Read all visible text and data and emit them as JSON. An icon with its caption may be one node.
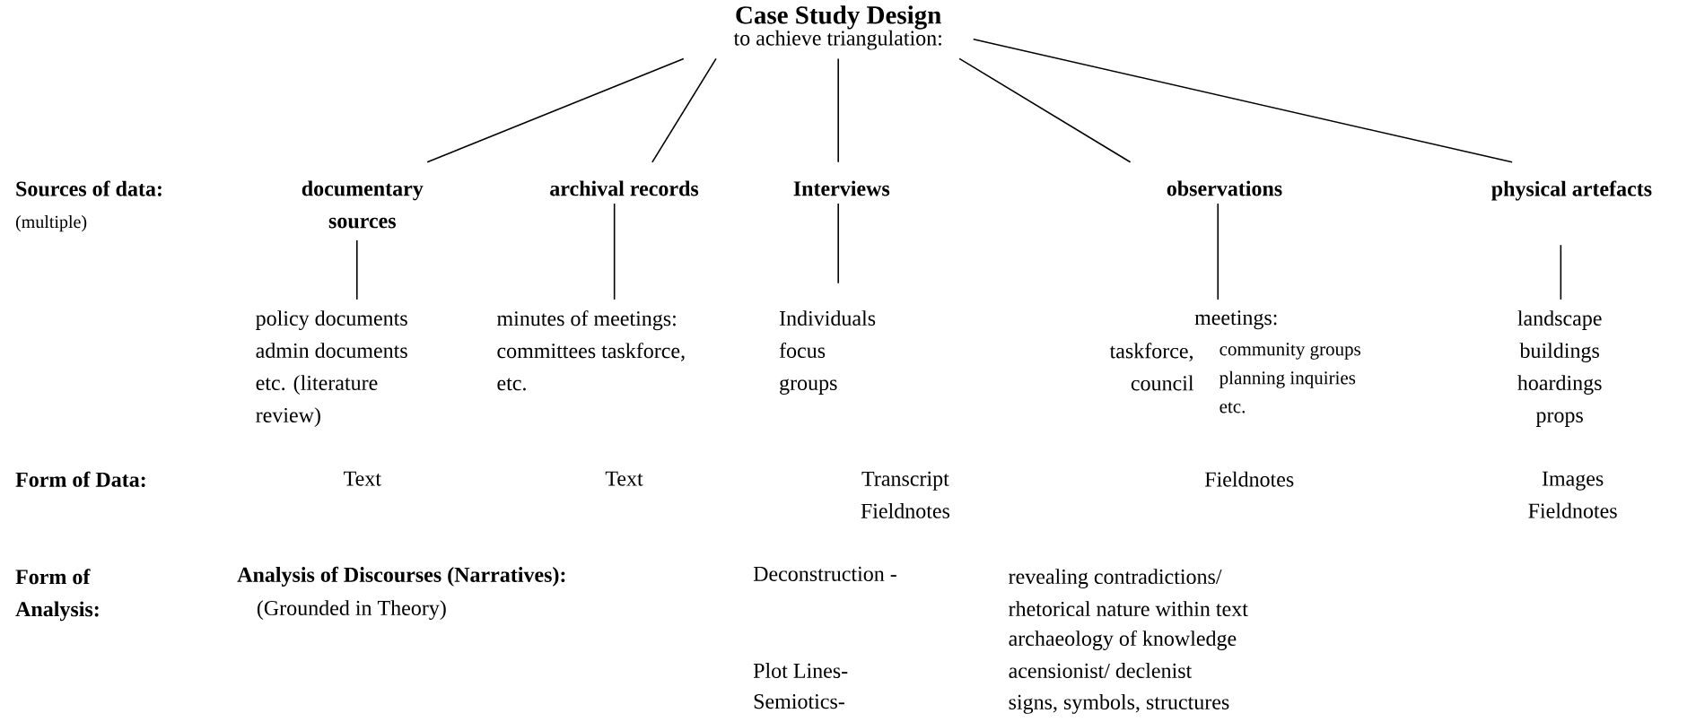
{
  "diagram": {
    "nodes": [
      {
        "text": [
          "Case Study Design",
          "to achieve triangulation:"
        ]
      },
      {
        "text": [
          "documentary sources"
        ]
      },
      {
        "text": [
          "archival records"
        ]
      },
      {
        "text": [
          "Interviews"
        ]
      },
      {
        "text": [
          "observations"
        ]
      },
      {
        "text": [
          "physical artefacts"
        ]
      },
      {
        "text": [
          "policy documents admin documents etc. (literature review)"
        ]
      },
      {
        "text": [
          "minutes of meetings: committees taskforce, etc."
        ]
      },
      {
        "text": [
          "Individuals focus groups"
        ]
      },
      {
        "text": [
          "meetings:",
          "taskforce, council",
          "community groups planning inquiries etc."
        ]
      },
      {
        "text": [
          "landscape buildings hoardings props"
        ]
      }
    ],
    "edges": [
      {
        "from": 0,
        "to": 1,
        "arrow": "none"
      },
      {
        "from": 0,
        "to": 2,
        "arrow": "none"
      },
      {
        "from": 0,
        "to": 3,
        "arrow": "none"
      },
      {
        "from": 0,
        "to": 4,
        "arrow": "none"
      },
      {
        "from": 0,
        "to": 5,
        "arrow": "none"
      },
      {
        "from": 1,
        "to": 6,
        "arrow": "none"
      },
      {
        "from": 2,
        "to": 7,
        "arrow": "none"
      },
      {
        "from": 3,
        "to": 8,
        "arrow": "none"
      },
      {
        "from": 4,
        "to": 9,
        "arrow": "none"
      },
      {
        "from": 5,
        "to": 10,
        "arrow": "none"
      }
    ],
    "labels": [
      "Sources of data:",
      "(multiple)",
      "Form of Data:",
      "Text",
      "Text",
      "Transcript Fieldnotes",
      "Fieldnotes",
      "Images Fieldnotes",
      "Form of Analysis:",
      "Analysis of Discourses (Narratives):",
      "(Grounded in Theory)",
      "Deconstruction -",
      "revealing contradictions/ rhetorical nature within text",
      "archaeology of knowledge",
      "Plot Lines-",
      "acensionist/ declenist",
      "Semiotics-",
      "signs, symbols, structures"
    ]
  }
}
